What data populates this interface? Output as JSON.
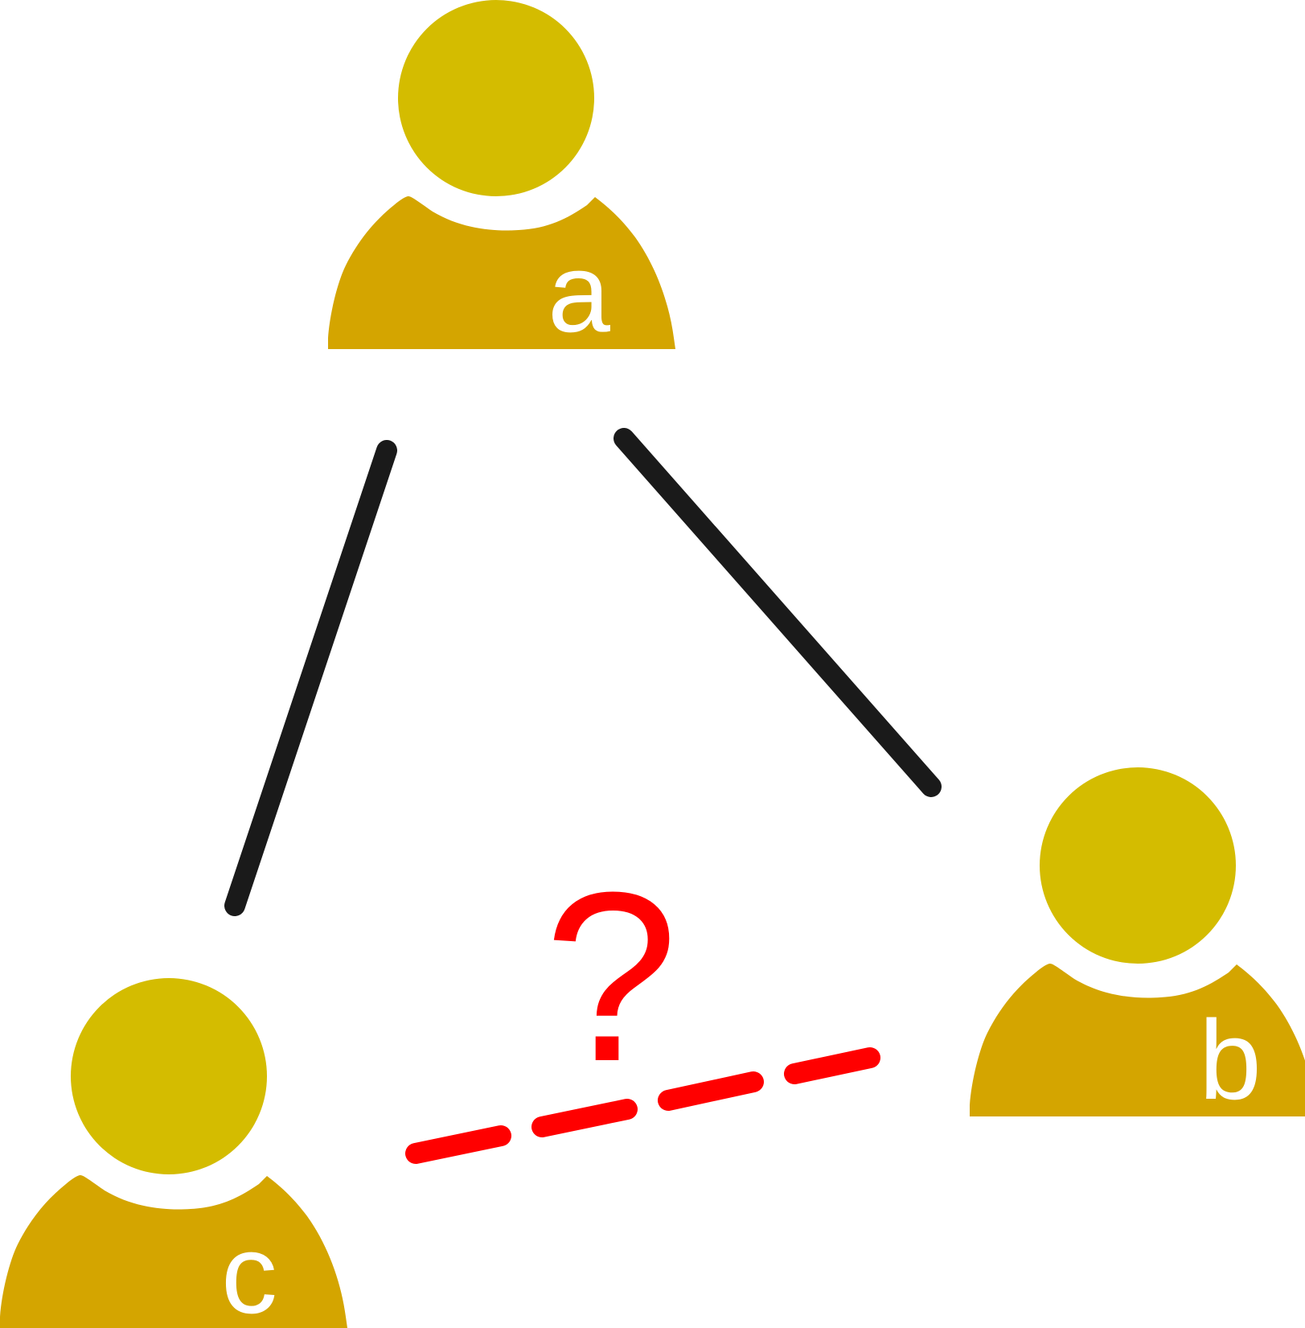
{
  "diagram": {
    "people": [
      {
        "label": "a"
      },
      {
        "label": "b"
      },
      {
        "label": "c"
      }
    ],
    "connections": [
      {
        "from": "a",
        "to": "c",
        "style": "solid"
      },
      {
        "from": "a",
        "to": "b",
        "style": "solid"
      },
      {
        "from": "c",
        "to": "b",
        "style": "dashed",
        "marker": "?"
      }
    ],
    "colors": {
      "head": "#D4BC00",
      "body": "#D4A500",
      "label_text": "#FFFFFF",
      "solid_edge": "#1A1A1A",
      "dashed_edge": "#FF0000",
      "question_mark": "#FF0000"
    }
  }
}
